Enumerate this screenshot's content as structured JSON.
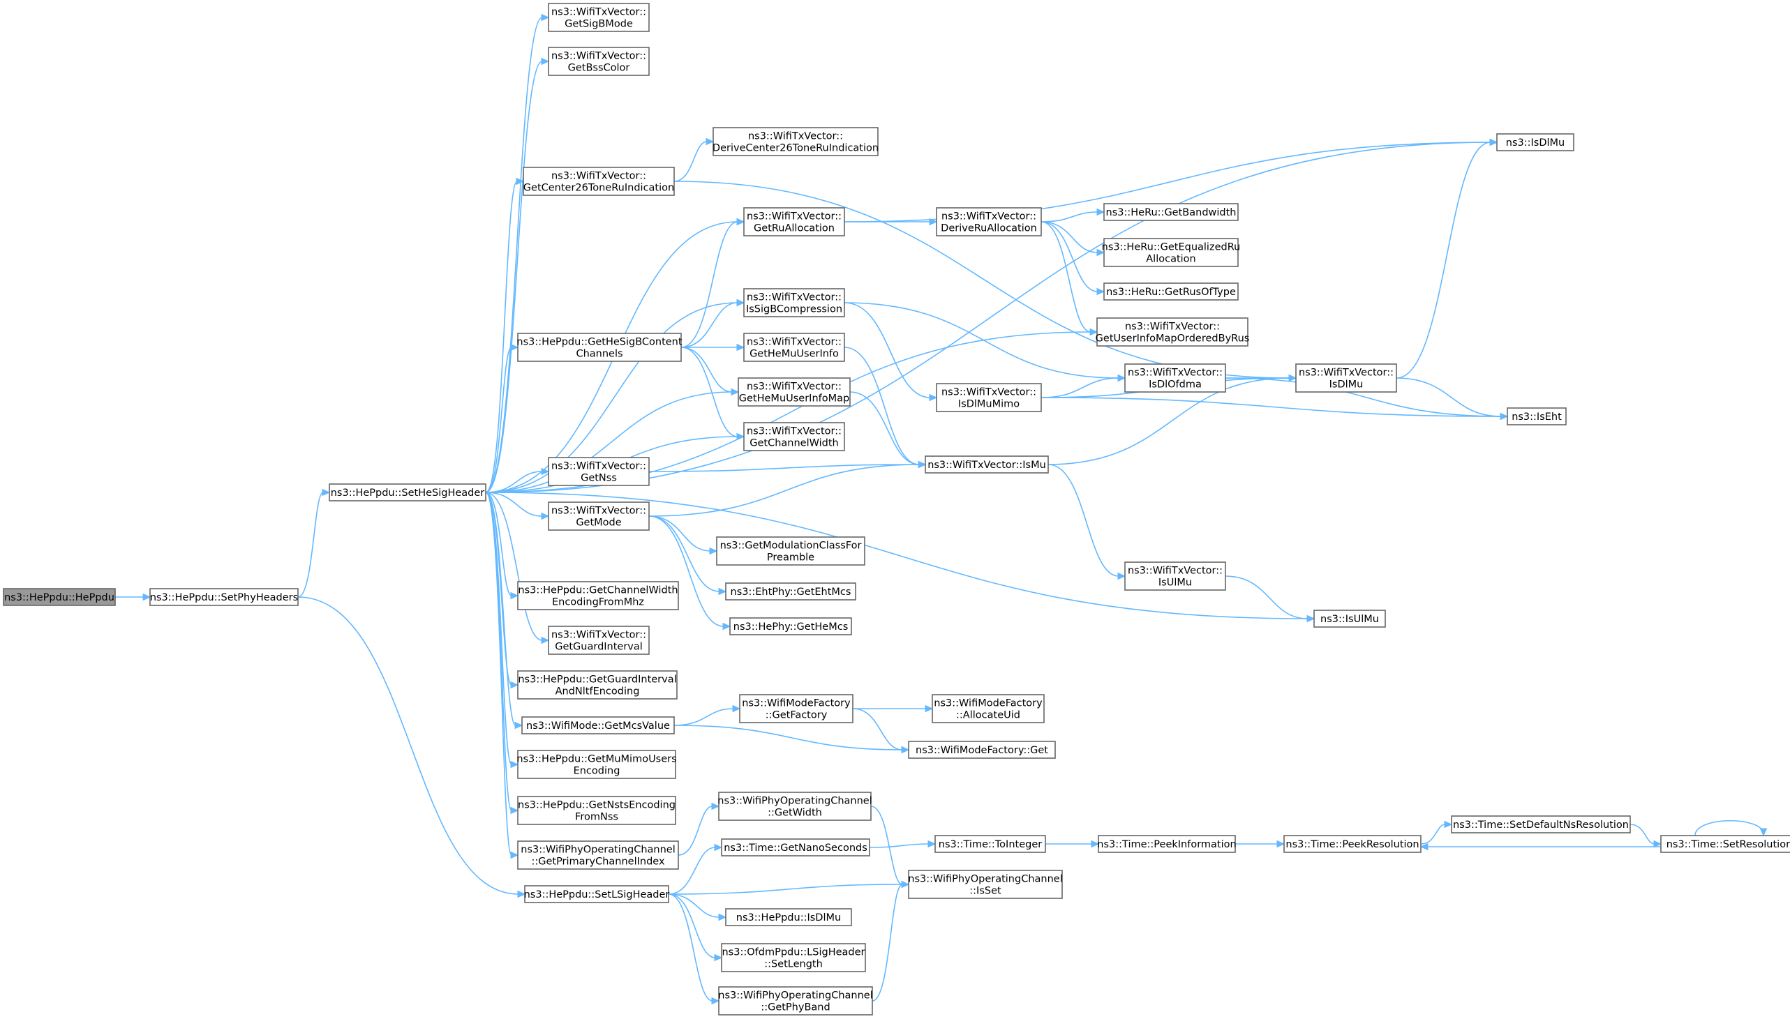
{
  "graph": {
    "colors": {
      "edge": "#63b8ff",
      "node_border": "#666666",
      "root_fill": "#999999",
      "node_fill": "#ffffff"
    },
    "nodes": [
      {
        "id": "root",
        "lines": [
          "ns3::HePpdu::HePpdu"
        ],
        "root": true
      },
      {
        "id": "setphy",
        "lines": [
          "ns3::HePpdu::SetPhyHeaders"
        ]
      },
      {
        "id": "sethesig",
        "lines": [
          "ns3::HePpdu::SetHeSigHeader"
        ]
      },
      {
        "id": "setlsig",
        "lines": [
          "ns3::HePpdu::SetLSigHeader"
        ]
      },
      {
        "id": "getsigbmode",
        "lines": [
          "ns3::WifiTxVector::",
          "GetSigBMode"
        ]
      },
      {
        "id": "getbsscolor",
        "lines": [
          "ns3::WifiTxVector::",
          "GetBssColor"
        ]
      },
      {
        "id": "getcenter26",
        "lines": [
          "ns3::WifiTxVector::",
          "GetCenter26ToneRuIndication"
        ]
      },
      {
        "id": "derivecenter26",
        "lines": [
          "ns3::WifiTxVector::",
          "DeriveCenter26ToneRuIndication"
        ]
      },
      {
        "id": "getruallocation",
        "lines": [
          "ns3::WifiTxVector::",
          "GetRuAllocation"
        ]
      },
      {
        "id": "deriveruallocation",
        "lines": [
          "ns3::WifiTxVector::",
          "DeriveRuAllocation"
        ]
      },
      {
        "id": "getbandwidth",
        "lines": [
          "ns3::HeRu::GetBandwidth"
        ]
      },
      {
        "id": "getequalizedru",
        "lines": [
          "ns3::HeRu::GetEqualizedRu",
          "Allocation"
        ]
      },
      {
        "id": "getrusoftype",
        "lines": [
          "ns3::HeRu::GetRusOfType"
        ]
      },
      {
        "id": "getuserinfomap",
        "lines": [
          "ns3::WifiTxVector::",
          "GetUserInfoMapOrderedByRus"
        ]
      },
      {
        "id": "getheisigb",
        "lines": [
          "ns3::HePpdu::GetHeSigBContent",
          "Channels"
        ]
      },
      {
        "id": "issigbcomp",
        "lines": [
          "ns3::WifiTxVector::",
          "IsSigBCompression"
        ]
      },
      {
        "id": "gethemuuserinfo",
        "lines": [
          "ns3::WifiTxVector::",
          "GetHeMuUserInfo"
        ]
      },
      {
        "id": "gethemuuserinfomap",
        "lines": [
          "ns3::WifiTxVector::",
          "GetHeMuUserInfoMap"
        ]
      },
      {
        "id": "getchannelwidth",
        "lines": [
          "ns3::WifiTxVector::",
          "GetChannelWidth"
        ]
      },
      {
        "id": "isdlmumimo",
        "lines": [
          "ns3::WifiTxVector::",
          "IsDlMuMimo"
        ]
      },
      {
        "id": "isdlofdma",
        "lines": [
          "ns3::WifiTxVector::",
          "IsDlOfdma"
        ]
      },
      {
        "id": "tvisdlmu",
        "lines": [
          "ns3::WifiTxVector::",
          "IsDlMu"
        ]
      },
      {
        "id": "nsisdlmu",
        "lines": [
          "ns3::IsDlMu"
        ]
      },
      {
        "id": "iseht",
        "lines": [
          "ns3::IsEht"
        ]
      },
      {
        "id": "getnss",
        "lines": [
          "ns3::WifiTxVector::",
          "GetNss"
        ]
      },
      {
        "id": "ismu",
        "lines": [
          "ns3::WifiTxVector::IsMu"
        ]
      },
      {
        "id": "getmode",
        "lines": [
          "ns3::WifiTxVector::",
          "GetMode"
        ]
      },
      {
        "id": "getmodclass",
        "lines": [
          "ns3::GetModulationClassFor",
          "Preamble"
        ]
      },
      {
        "id": "getehtmcs",
        "lines": [
          "ns3::EhtPhy::GetEhtMcs"
        ]
      },
      {
        "id": "gethemcs",
        "lines": [
          "ns3::HePhy::GetHeMcs"
        ]
      },
      {
        "id": "isulmu",
        "lines": [
          "ns3::WifiTxVector::",
          "IsUlMu"
        ]
      },
      {
        "id": "nsisulmu",
        "lines": [
          "ns3::IsUlMu"
        ]
      },
      {
        "id": "getchwidthenc",
        "lines": [
          "ns3::HePpdu::GetChannelWidth",
          "EncodingFromMhz"
        ]
      },
      {
        "id": "getguardinterval",
        "lines": [
          "ns3::WifiTxVector::",
          "GetGuardInterval"
        ]
      },
      {
        "id": "getgienc",
        "lines": [
          "ns3::HePpdu::GetGuardInterval",
          "AndNltfEncoding"
        ]
      },
      {
        "id": "getmcsvalue",
        "lines": [
          "ns3::WifiMode::GetMcsValue"
        ]
      },
      {
        "id": "getfactory",
        "lines": [
          "ns3::WifiModeFactory",
          "::GetFactory"
        ]
      },
      {
        "id": "allocateuid",
        "lines": [
          "ns3::WifiModeFactory",
          "::AllocateUid"
        ]
      },
      {
        "id": "factoryget",
        "lines": [
          "ns3::WifiModeFactory::Get"
        ]
      },
      {
        "id": "getmumimoenc",
        "lines": [
          "ns3::HePpdu::GetMuMimoUsers",
          "Encoding"
        ]
      },
      {
        "id": "getnstsenc",
        "lines": [
          "ns3::HePpdu::GetNstsEncoding",
          "FromNss"
        ]
      },
      {
        "id": "getprimarych",
        "lines": [
          "ns3::WifiPhyOperatingChannel",
          "::GetPrimaryChannelIndex"
        ]
      },
      {
        "id": "getwidth",
        "lines": [
          "ns3::WifiPhyOperatingChannel",
          "::GetWidth"
        ]
      },
      {
        "id": "isset",
        "lines": [
          "ns3::WifiPhyOperatingChannel",
          "::IsSet"
        ]
      },
      {
        "id": "getnanoseconds",
        "lines": [
          "ns3::Time::GetNanoSeconds"
        ]
      },
      {
        "id": "tointeger",
        "lines": [
          "ns3::Time::ToInteger"
        ]
      },
      {
        "id": "peekinfo",
        "lines": [
          "ns3::Time::PeekInformation"
        ]
      },
      {
        "id": "peekres",
        "lines": [
          "ns3::Time::PeekResolution"
        ]
      },
      {
        "id": "setdefaultns",
        "lines": [
          "ns3::Time::SetDefaultNsResolution"
        ]
      },
      {
        "id": "setresolution",
        "lines": [
          "ns3::Time::SetResolution"
        ]
      },
      {
        "id": "heppduisdlmu",
        "lines": [
          "ns3::HePpdu::IsDlMu"
        ]
      },
      {
        "id": "lsigsetlength",
        "lines": [
          "ns3::OfdmPpdu::LSigHeader",
          "::SetLength"
        ]
      },
      {
        "id": "getphyband",
        "lines": [
          "ns3::WifiPhyOperatingChannel",
          "::GetPhyBand"
        ]
      }
    ],
    "edges": [
      [
        "root",
        "setphy"
      ],
      [
        "setphy",
        "sethesig"
      ],
      [
        "setphy",
        "setlsig"
      ],
      [
        "sethesig",
        "getsigbmode"
      ],
      [
        "sethesig",
        "getbsscolor"
      ],
      [
        "sethesig",
        "nsisdlmu"
      ],
      [
        "sethesig",
        "getcenter26"
      ],
      [
        "sethesig",
        "getruallocation"
      ],
      [
        "sethesig",
        "issigbcomp"
      ],
      [
        "sethesig",
        "getuserinfomap"
      ],
      [
        "sethesig",
        "getheisigb"
      ],
      [
        "sethesig",
        "gethemuuserinfomap"
      ],
      [
        "sethesig",
        "getchannelwidth"
      ],
      [
        "sethesig",
        "getnss"
      ],
      [
        "sethesig",
        "getmode"
      ],
      [
        "sethesig",
        "nsisulmu"
      ],
      [
        "sethesig",
        "getchwidthenc"
      ],
      [
        "sethesig",
        "getguardinterval"
      ],
      [
        "sethesig",
        "getgienc"
      ],
      [
        "sethesig",
        "getmcsvalue"
      ],
      [
        "sethesig",
        "getmumimoenc"
      ],
      [
        "sethesig",
        "getnstsenc"
      ],
      [
        "sethesig",
        "getprimarych"
      ],
      [
        "getcenter26",
        "derivecenter26"
      ],
      [
        "getcenter26",
        "tvisdlmu"
      ],
      [
        "getruallocation",
        "deriveruallocation"
      ],
      [
        "getruallocation",
        "nsisdlmu"
      ],
      [
        "deriveruallocation",
        "getbandwidth"
      ],
      [
        "deriveruallocation",
        "getequalizedru"
      ],
      [
        "deriveruallocation",
        "getrusoftype"
      ],
      [
        "deriveruallocation",
        "getuserinfomap"
      ],
      [
        "getheisigb",
        "getruallocation"
      ],
      [
        "getheisigb",
        "issigbcomp"
      ],
      [
        "getheisigb",
        "gethemuuserinfo"
      ],
      [
        "getheisigb",
        "gethemuuserinfomap"
      ],
      [
        "getheisigb",
        "getchannelwidth"
      ],
      [
        "issigbcomp",
        "isdlofdma"
      ],
      [
        "issigbcomp",
        "isdlmumimo"
      ],
      [
        "gethemuuserinfo",
        "ismu"
      ],
      [
        "gethemuuserinfomap",
        "ismu"
      ],
      [
        "getnss",
        "ismu"
      ],
      [
        "getmode",
        "ismu"
      ],
      [
        "getmode",
        "getmodclass"
      ],
      [
        "getmode",
        "getehtmcs"
      ],
      [
        "getmode",
        "gethemcs"
      ],
      [
        "isdlmumimo",
        "isdlofdma"
      ],
      [
        "isdlmumimo",
        "tvisdlmu"
      ],
      [
        "isdlmumimo",
        "iseht"
      ],
      [
        "isdlofdma",
        "tvisdlmu"
      ],
      [
        "isdlofdma",
        "iseht"
      ],
      [
        "tvisdlmu",
        "nsisdlmu"
      ],
      [
        "tvisdlmu",
        "iseht"
      ],
      [
        "ismu",
        "tvisdlmu"
      ],
      [
        "ismu",
        "isulmu"
      ],
      [
        "isulmu",
        "nsisulmu"
      ],
      [
        "getmcsvalue",
        "getfactory"
      ],
      [
        "getmcsvalue",
        "factoryget"
      ],
      [
        "getfactory",
        "allocateuid"
      ],
      [
        "getfactory",
        "factoryget"
      ],
      [
        "getprimarych",
        "getwidth"
      ],
      [
        "getwidth",
        "isset"
      ],
      [
        "setlsig",
        "getnanoseconds"
      ],
      [
        "setlsig",
        "isset"
      ],
      [
        "setlsig",
        "heppduisdlmu"
      ],
      [
        "setlsig",
        "lsigsetlength"
      ],
      [
        "setlsig",
        "getphyband"
      ],
      [
        "getnanoseconds",
        "tointeger"
      ],
      [
        "tointeger",
        "peekinfo"
      ],
      [
        "peekinfo",
        "peekres"
      ],
      [
        "peekres",
        "setdefaultns"
      ],
      [
        "setdefaultns",
        "setresolution"
      ],
      [
        "setresolution",
        "peekres"
      ],
      [
        "setresolution",
        "setresolution"
      ],
      [
        "getphyband",
        "isset"
      ]
    ]
  }
}
